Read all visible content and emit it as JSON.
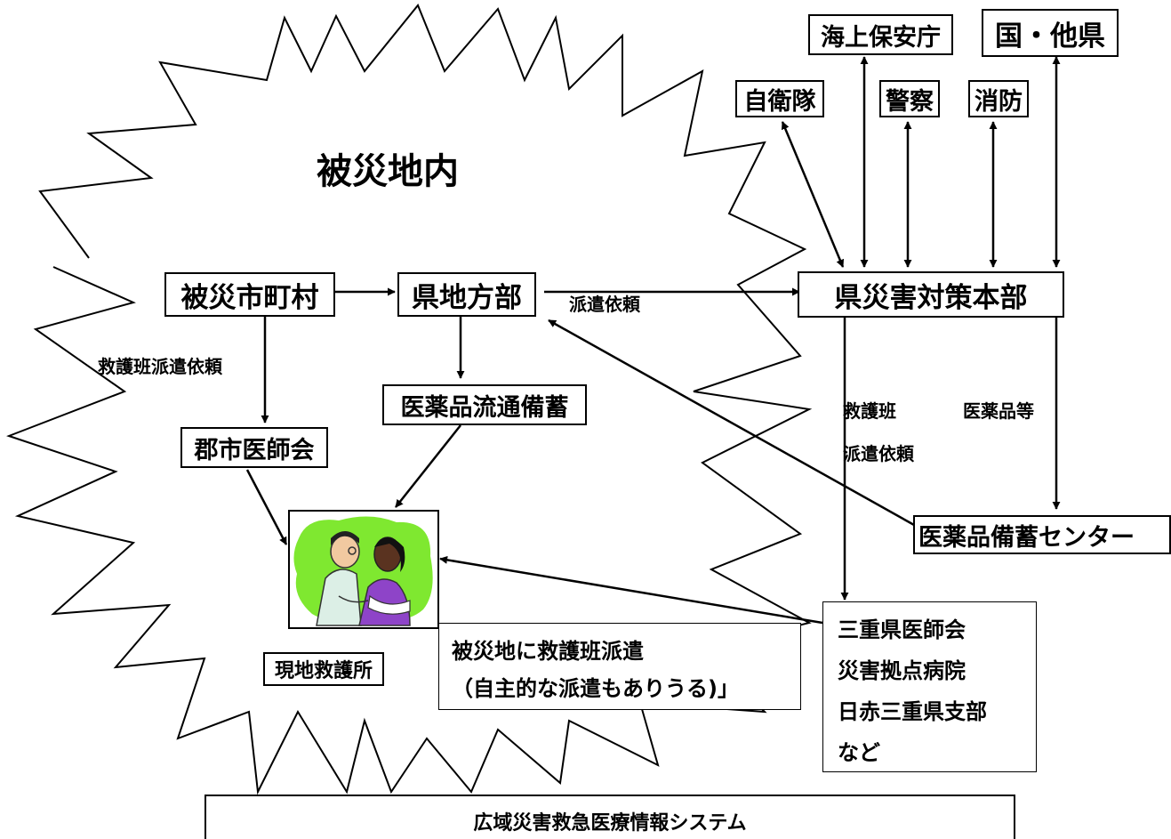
{
  "title": "被災地内",
  "nodes": {
    "kaijo": "海上保安庁",
    "kuni": "国・他県",
    "jieitai": "自衛隊",
    "keisatsu": "警察",
    "shobo": "消防",
    "hisai_shichoson": "被災市町村",
    "ken_chihobu": "県地方部",
    "ken_saigai": "県災害対策本部",
    "iyakuhin_ryutsu": "医薬品流通備蓄",
    "gunshi_ishikai": "郡市医師会",
    "genchi": "現地救護所",
    "bichiku_center": "医薬品備蓄センター",
    "haken_box": [
      "被災地に救護班派遣",
      "（自主的な派遣もありうる)」"
    ],
    "mie_box": [
      "三重県医師会",
      "災害拠点病院",
      "日赤三重県支部",
      "など"
    ],
    "system": "広域災害救急医療情報システム"
  },
  "labels": {
    "haken_irai": "派遣依頼",
    "kyugohan_haken_irai": "救護班派遣依頼",
    "kyugohan": "救護班",
    "haken_irai2": "派遣依頼",
    "iyakuhin_nado": "医薬品等"
  },
  "illustration": {
    "icon": "doctor-patient-clipart",
    "background": "#7fe830"
  }
}
